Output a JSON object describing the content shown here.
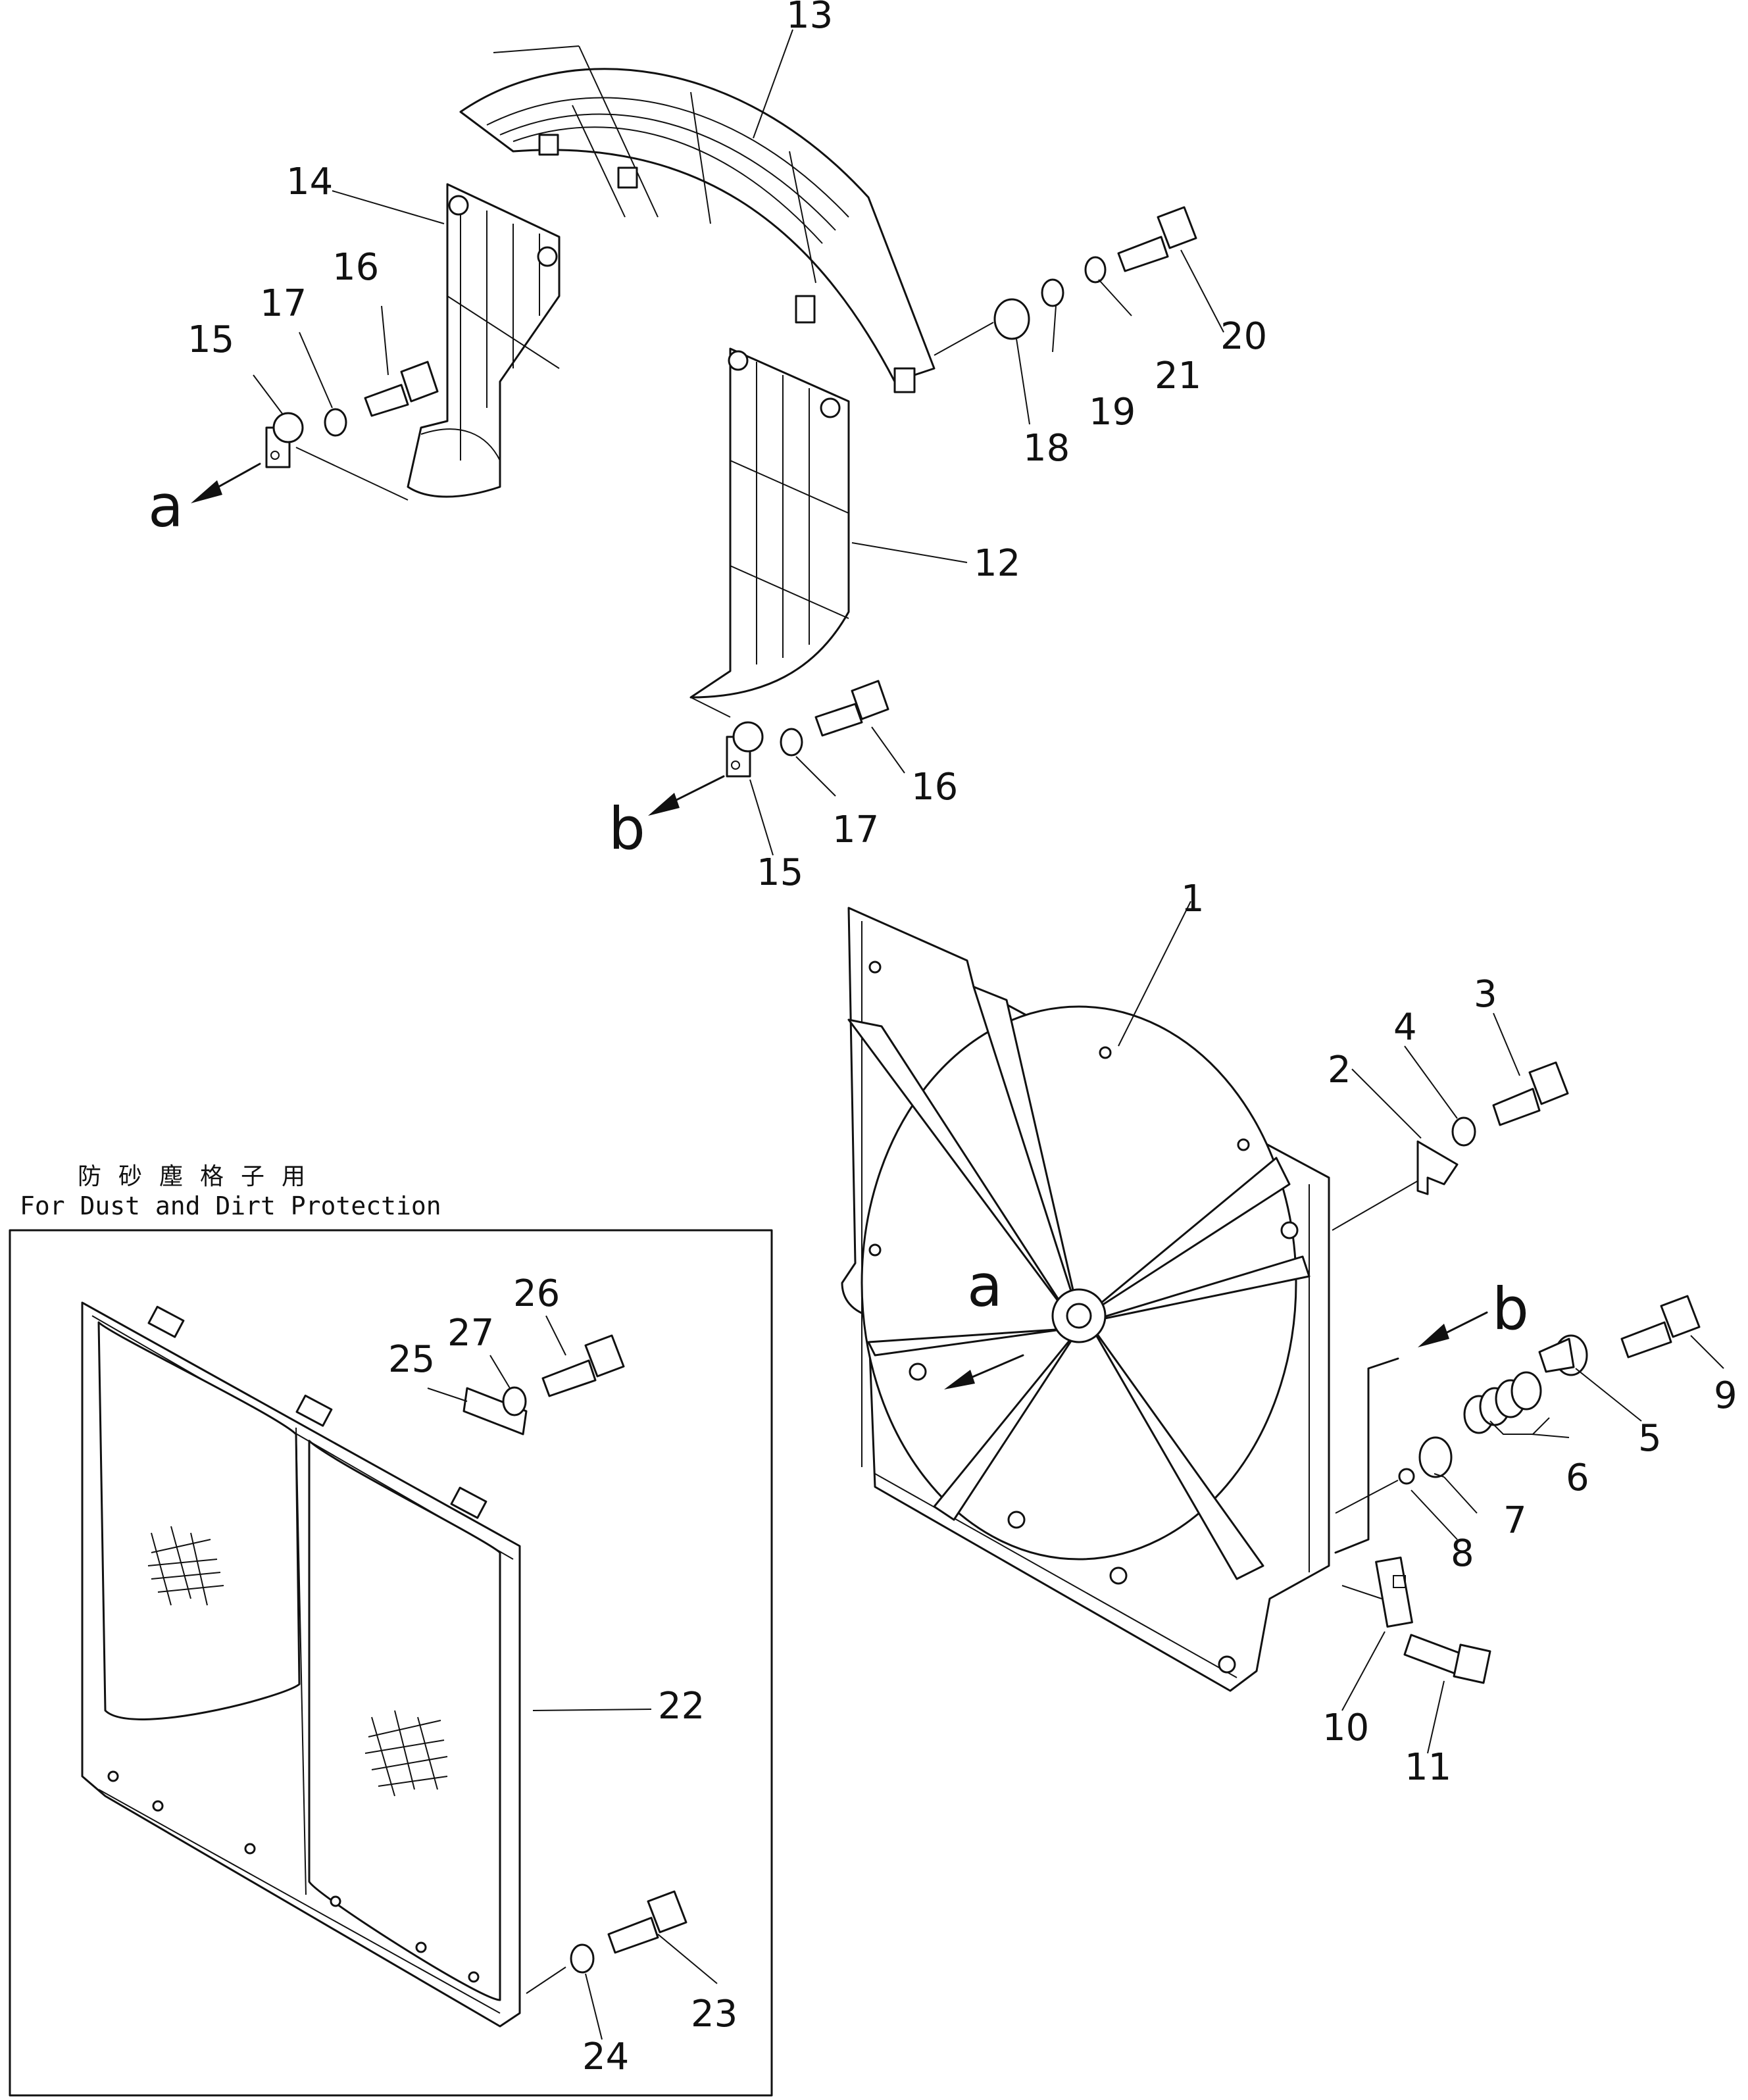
{
  "diagram": {
    "part_numbers": [
      "1",
      "2",
      "3",
      "4",
      "5",
      "6",
      "7",
      "8",
      "9",
      "10",
      "11",
      "12",
      "13",
      "14",
      "15",
      "15",
      "16",
      "16",
      "17",
      "17",
      "18",
      "19",
      "20",
      "21",
      "22",
      "23",
      "24",
      "25",
      "26",
      "27"
    ],
    "view_markers": {
      "a": "a",
      "b": "b"
    },
    "inset": {
      "caption_jp": "防砂塵格子用",
      "caption_en": "For Dust and Dirt Protection"
    }
  }
}
